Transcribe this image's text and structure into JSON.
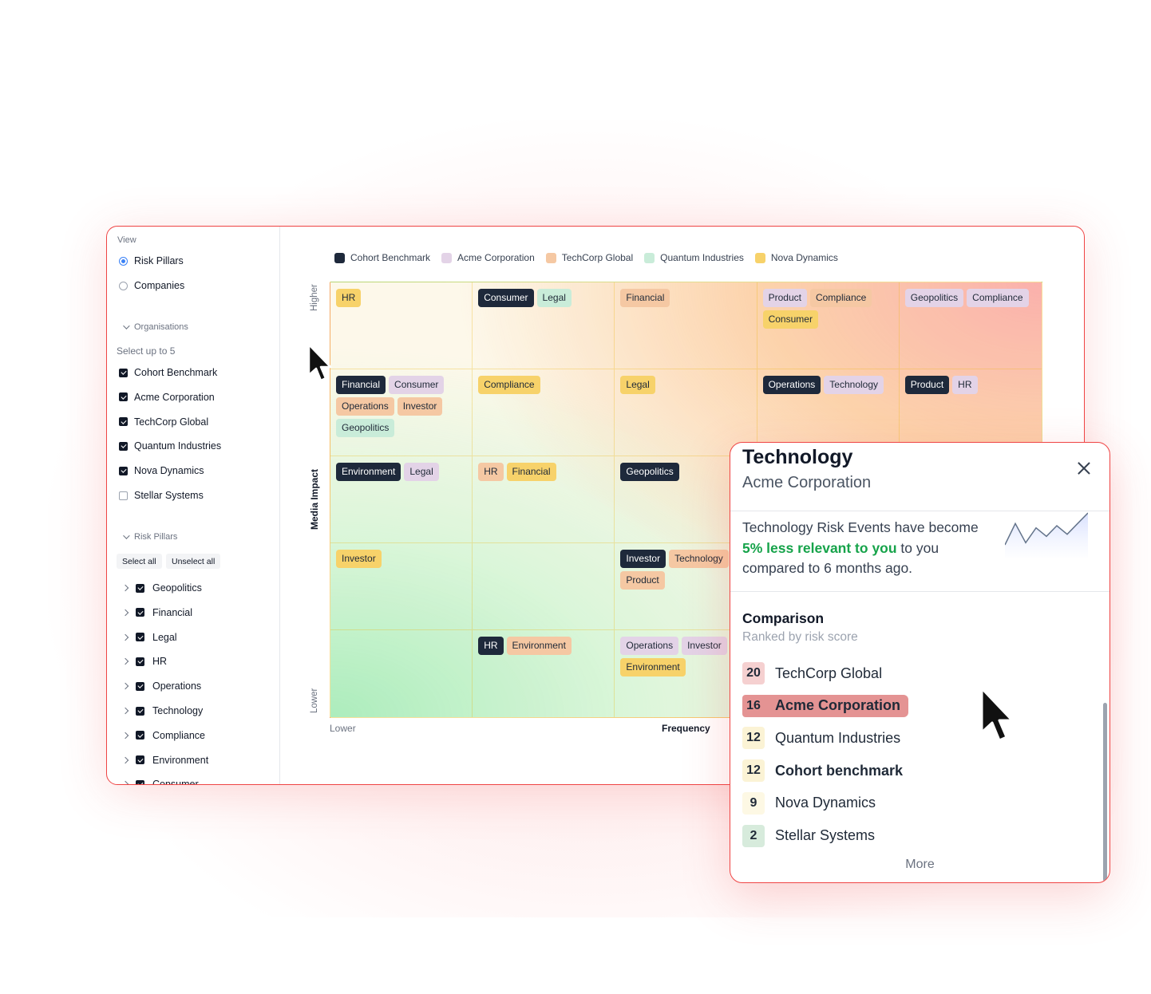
{
  "sidebar": {
    "view_label": "View",
    "view_options": [
      {
        "label": "Risk Pillars",
        "selected": true
      },
      {
        "label": "Companies",
        "selected": false
      }
    ],
    "organisations_heading": "Organisations",
    "select_hint": "Select up to 5",
    "organisations": [
      {
        "label": "Cohort Benchmark",
        "checked": true
      },
      {
        "label": "Acme Corporation",
        "checked": true
      },
      {
        "label": "TechCorp Global",
        "checked": true
      },
      {
        "label": "Quantum Industries",
        "checked": true
      },
      {
        "label": "Nova Dynamics",
        "checked": true
      },
      {
        "label": "Stellar Systems",
        "checked": false
      }
    ],
    "risk_pillars_heading": "Risk Pillars",
    "select_all_label": "Select all",
    "unselect_all_label": "Unselect all",
    "pillars": [
      {
        "label": "Geopolitics",
        "checked": true
      },
      {
        "label": "Financial",
        "checked": true
      },
      {
        "label": "Legal",
        "checked": true
      },
      {
        "label": "HR",
        "checked": true
      },
      {
        "label": "Operations",
        "checked": true
      },
      {
        "label": "Technology",
        "checked": true
      },
      {
        "label": "Compliance",
        "checked": true
      },
      {
        "label": "Environment",
        "checked": true
      },
      {
        "label": "Consumer",
        "checked": true
      }
    ]
  },
  "legend": [
    {
      "label": "Cohort Benchmark",
      "color": "#1e293b",
      "key": "cohort"
    },
    {
      "label": "Acme Corporation",
      "color": "#e3d3e7",
      "key": "acme"
    },
    {
      "label": "TechCorp Global",
      "color": "#f5c8a3",
      "key": "techcorp"
    },
    {
      "label": "Quantum Industries",
      "color": "#c9ecd9",
      "key": "quantum"
    },
    {
      "label": "Nova Dynamics",
      "color": "#f7d26a",
      "key": "nova"
    }
  ],
  "matrix": {
    "y_axis_title": "Media Impact",
    "y_high_label": "Higher",
    "y_low_label": "Lower",
    "x_low_label": "Lower",
    "x_axis_title": "Frequency",
    "rows": [
      [
        [
          {
            "label": "HR",
            "org": "nova"
          }
        ],
        [
          {
            "label": "Consumer",
            "org": "cohort"
          },
          {
            "label": "Legal",
            "org": "quantum"
          }
        ],
        [
          {
            "label": "Financial",
            "org": "techcorp"
          }
        ],
        [
          {
            "label": "Product",
            "org": "acme"
          },
          {
            "label": "Compliance",
            "org": "techcorp"
          },
          {
            "label": "Consumer",
            "org": "nova"
          }
        ],
        [
          {
            "label": "Geopolitics",
            "org": "acme"
          },
          {
            "label": "Compliance",
            "org": "acme"
          }
        ]
      ],
      [
        [
          {
            "label": "Financial",
            "org": "cohort"
          },
          {
            "label": "Consumer",
            "org": "acme"
          },
          {
            "label": "Operations",
            "org": "techcorp"
          },
          {
            "label": "Investor",
            "org": "techcorp"
          },
          {
            "label": "Geopolitics",
            "org": "quantum"
          }
        ],
        [
          {
            "label": "Compliance",
            "org": "nova"
          }
        ],
        [
          {
            "label": "Legal",
            "org": "nova"
          }
        ],
        [
          {
            "label": "Operations",
            "org": "cohort"
          },
          {
            "label": "Technology",
            "org": "acme"
          }
        ],
        [
          {
            "label": "Product",
            "org": "cohort"
          },
          {
            "label": "HR",
            "org": "acme"
          }
        ]
      ],
      [
        [
          {
            "label": "Environment",
            "org": "cohort"
          },
          {
            "label": "Legal",
            "org": "acme"
          }
        ],
        [
          {
            "label": "HR",
            "org": "techcorp"
          },
          {
            "label": "Financial",
            "org": "nova"
          }
        ],
        [
          {
            "label": "Geopolitics",
            "org": "cohort"
          }
        ],
        [],
        []
      ],
      [
        [
          {
            "label": "Investor",
            "org": "nova"
          }
        ],
        [],
        [
          {
            "label": "Investor",
            "org": "cohort"
          },
          {
            "label": "Technology",
            "org": "techcorp"
          },
          {
            "label": "Product",
            "org": "techcorp"
          }
        ],
        [],
        []
      ],
      [
        [],
        [
          {
            "label": "HR",
            "org": "cohort"
          },
          {
            "label": "Environment",
            "org": "techcorp"
          }
        ],
        [
          {
            "label": "Operations",
            "org": "acme"
          },
          {
            "label": "Investor",
            "org": "acme"
          },
          {
            "label": "Environment",
            "org": "nova"
          }
        ],
        [],
        []
      ]
    ]
  },
  "detail": {
    "title": "Technology",
    "subtitle": "Acme Corporation",
    "text_before": "Technology Risk Events have become ",
    "text_highlight": "5% less relevant to you",
    "text_after": " to you compared to 6 months ago.",
    "sparkline": [
      10,
      30,
      12,
      26,
      18,
      28,
      20,
      30,
      40
    ],
    "comparison_title": "Comparison",
    "comparison_subtitle": "Ranked by risk score",
    "rankings": [
      {
        "score": "20",
        "name": "TechCorp Global",
        "score_bg": "#f5d0d0",
        "bold": false,
        "active": false
      },
      {
        "score": "16",
        "name": "Acme Corporation",
        "score_bg": "#e49393",
        "bold": true,
        "active": true
      },
      {
        "score": "12",
        "name": "Quantum Industries",
        "score_bg": "#fbf3d5",
        "bold": false,
        "active": false
      },
      {
        "score": "12",
        "name": "Cohort benchmark",
        "score_bg": "#fbf3d5",
        "bold": true,
        "active": false
      },
      {
        "score": "9",
        "name": "Nova Dynamics",
        "score_bg": "#fdf8e4",
        "bold": false,
        "active": false
      },
      {
        "score": "2",
        "name": "Stellar Systems",
        "score_bg": "#d7ebdc",
        "bold": false,
        "active": false
      }
    ],
    "more_label": "More"
  }
}
